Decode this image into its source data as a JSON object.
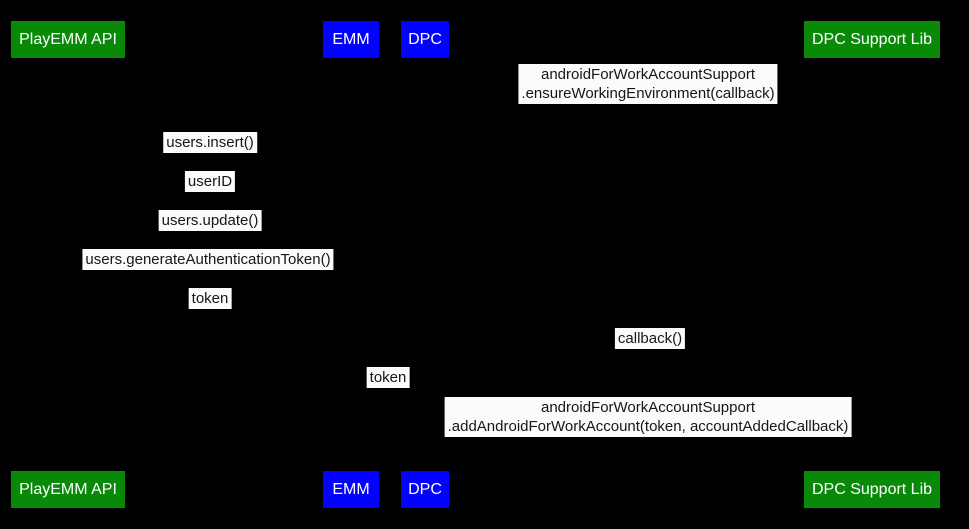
{
  "diagram": {
    "type": "sequence-diagram",
    "colors": {
      "background": "#000000",
      "actor_green": "#088a08",
      "actor_blue": "#0202fe",
      "actor_text": "#ffffff",
      "message_background": "#fbfbfb",
      "message_text": "#161616"
    },
    "actors": [
      {
        "label": "PlayEMM API"
      },
      {
        "label": "EMM"
      },
      {
        "label": "DPC"
      },
      {
        "label": "DPC Support Lib"
      }
    ],
    "messages": [
      {
        "lines": [
          "androidForWorkAccountSupport",
          ".ensureWorkingEnvironment(callback)"
        ]
      },
      {
        "lines": [
          "users.insert()"
        ]
      },
      {
        "lines": [
          "userID"
        ]
      },
      {
        "lines": [
          "users.update()"
        ]
      },
      {
        "lines": [
          "users.generateAuthenticationToken()"
        ]
      },
      {
        "lines": [
          "token"
        ]
      },
      {
        "lines": [
          "callback()"
        ]
      },
      {
        "lines": [
          "token"
        ]
      },
      {
        "lines": [
          "androidForWorkAccountSupport",
          ".addAndroidForWorkAccount(token, accountAddedCallback)"
        ]
      }
    ]
  }
}
